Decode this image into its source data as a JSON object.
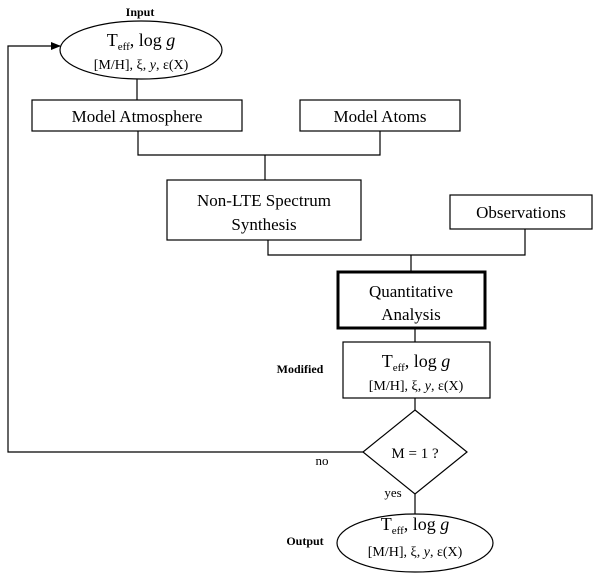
{
  "labels": {
    "input": "Input",
    "modified": "Modified",
    "output": "Output",
    "no": "no",
    "yes": "yes"
  },
  "params": {
    "teff_main": "T",
    "teff_sub": "eff",
    "teff_sep": ", ",
    "logg_prefix": "log ",
    "logg_g": "g",
    "mh": "[M/H], ξ, ",
    "y": "y",
    "eps": ", ε(X)"
  },
  "boxes": {
    "model_atmosphere": "Model Atmosphere",
    "model_atoms": "Model Atoms",
    "nlte_line1": "Non-LTE Spectrum",
    "nlte_line2": "Synthesis",
    "observations": "Observations",
    "qa_line1": "Quantitative",
    "qa_line2": "Analysis",
    "decision": "M = 1 ?"
  }
}
